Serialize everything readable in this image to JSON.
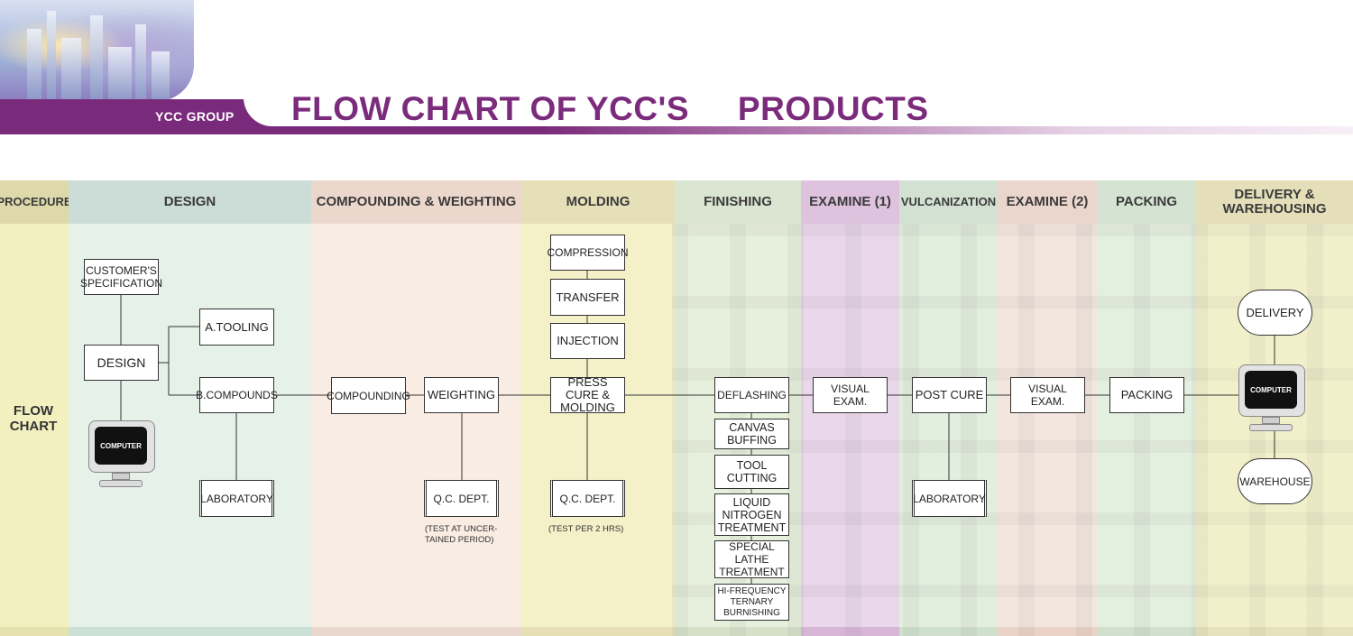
{
  "header": {
    "group": "YCC GROUP",
    "title": "FLOW CHART OF YCC'S     PRODUCTS",
    "accent_color": "#7b2b7b"
  },
  "stages": {
    "procedure": "PROCEDURE",
    "design": "DESIGN",
    "compounding": "COMPOUNDING & WEIGHTING",
    "molding": "MOLDING",
    "finishing": "FINISHING",
    "examine1": "EXAMINE (1)",
    "vulcanization": "VULCANIZATION",
    "examine2": "EXAMINE (2)",
    "packing": "PACKING",
    "delivery": "DELIVERY & WAREHOUSING"
  },
  "side_label": "FLOW CHART",
  "nodes": {
    "customer_spec": "CUSTOMER'S SPECIFICATION",
    "design": "DESIGN",
    "tooling": "A.TOOLING",
    "compounds": "B.COMPOUNDS",
    "laboratory_design": "LABORATORY",
    "computer_design": "COMPUTER",
    "compounding": "COMPOUNDING",
    "weighting": "WEIGHTING",
    "qc_weighting": "Q.C. DEPT.",
    "qc_weighting_note": "(TEST AT UNCER- TAINED PERIOD)",
    "compression": "COMPRESSION",
    "transfer": "TRANSFER",
    "injection": "INJECTION",
    "press_cure": "PRESS CURE & MOLDING",
    "qc_molding": "Q.C. DEPT.",
    "qc_molding_note": "(TEST PER 2 HRS)",
    "deflashing": "DEFLASHING",
    "canvas_buffing": "CANVAS BUFFING",
    "tool_cutting": "TOOL CUTTING",
    "liquid_nitrogen": "LIQUID NITROGEN TREATMENT",
    "special_lathe": "SPECIAL LATHE TREATMENT",
    "hi_frequency": "HI-FREQUENCY TERNARY BURNISHING",
    "visual_exam1": "VISUAL EXAM.",
    "post_cure": "POST CURE",
    "laboratory_vulc": "LABORATORY",
    "visual_exam2": "VISUAL EXAM.",
    "packing": "PACKING",
    "delivery": "DELIVERY",
    "computer_delivery": "COMPUTER",
    "warehouse": "WAREHOUSE"
  }
}
